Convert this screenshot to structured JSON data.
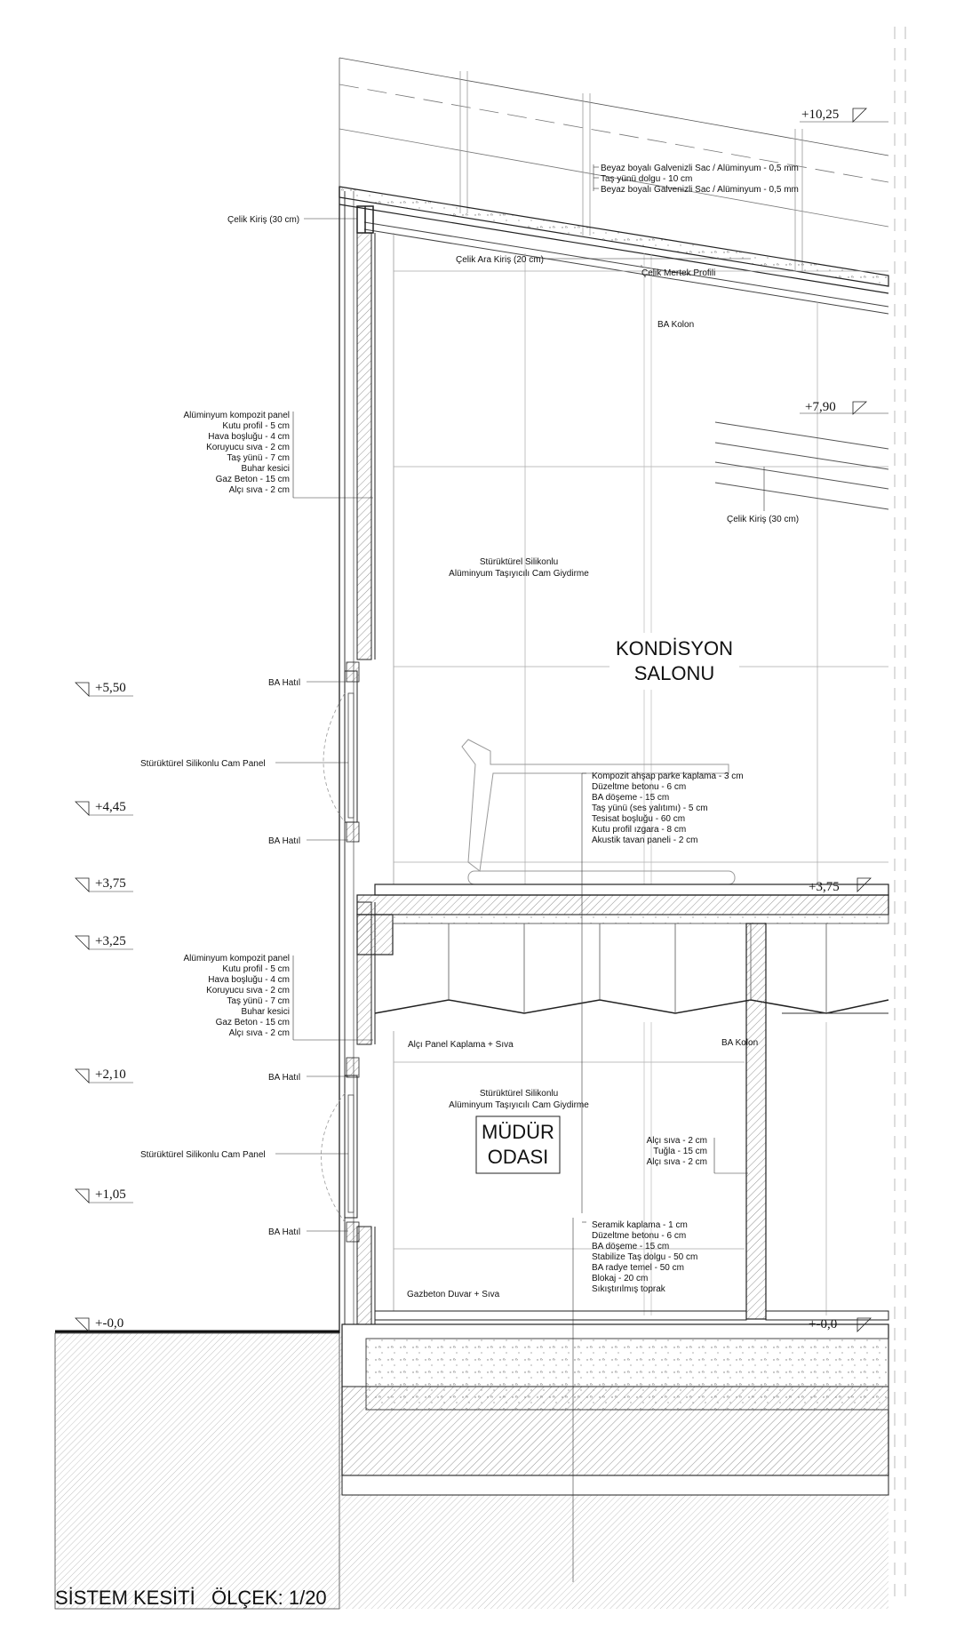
{
  "title": "SİSTEM KESİTİ   ÖLÇEK: 1/20",
  "rooms": {
    "upper": [
      "KONDİSYON",
      "SALONU"
    ],
    "lower": [
      "MÜDÜR",
      "ODASI"
    ]
  },
  "levels": {
    "l1025": "+10,25",
    "l790": "+7,90",
    "l550": "+5,50",
    "l445": "+4,45",
    "l375": "+3,75",
    "l375r": "+3,75",
    "l325": "+3,25",
    "l210": "+2,10",
    "l105": "+1,05",
    "l00": "+-0,0",
    "l00r": "+-0,0"
  },
  "roof_layers": [
    "Beyaz boyalı Galvenizli Sac / Alüminyum - 0,5 mm",
    "Taş yünü dolgu - 10 cm",
    "Beyaz boyalı Galvenizli Sac / Alüminyum - 0,5 mm"
  ],
  "labels": {
    "celik_kiris_top": "Çelik Kiriş (30 cm)",
    "celik_ara_kiris": "Çelik Ara Kiriş (20 cm)",
    "celik_mertek": "Çelik Mertek Profili",
    "ba_kolon_upper": "BA Kolon",
    "celik_kiris_right": "Çelik Kiriş (30 cm)",
    "curtain_upper_1": "Stürüktürel Silikonlu",
    "curtain_upper_2": "Alüminyum Taşıyıcılı Cam Giydirme",
    "ba_hatil_1": "BA Hatıl",
    "cam_panel_1": "Stürüktürel Silikonlu Cam Panel",
    "ba_hatil_2": "BA Hatıl",
    "ba_hatil_3": "BA Hatıl",
    "cam_panel_2": "Stürüktürel Silikonlu Cam Panel",
    "ba_hatil_4": "BA Hatıl",
    "alci_panel": "Alçı Panel Kaplama + Sıva",
    "ba_kolon_lower": "BA Kolon",
    "curtain_lower_1": "Stürüktürel Silikonlu",
    "curtain_lower_2": "Alüminyum Taşıyıcılı Cam Giydirme",
    "gazbeton": "Gazbeton Duvar + Sıva"
  },
  "wall_layers_upper": [
    "Alüminyum kompozit panel",
    "Kutu profil - 5 cm",
    "Hava boşluğu - 4 cm",
    "Koruyucu sıva - 2 cm",
    "Taş yünü - 7 cm",
    "Buhar kesici",
    "Gaz Beton - 15 cm",
    "Alçı sıva - 2 cm"
  ],
  "wall_layers_lower": [
    "Alüminyum kompozit panel",
    "Kutu profil - 5 cm",
    "Hava boşluğu - 4 cm",
    "Koruyucu sıva - 2 cm",
    "Taş yünü - 7 cm",
    "Buhar kesici",
    "Gaz Beton - 15 cm",
    "Alçı sıva - 2 cm"
  ],
  "floor_layers": [
    "Kompozit ahşap parke kaplama - 3 cm",
    "Düzeltme betonu - 6 cm",
    "BA döşeme - 15 cm",
    "Taş yünü (ses yalıtımı) - 5 cm",
    "Tesisat boşluğu - 60 cm",
    "Kutu profil ızgara - 8 cm",
    "Akustik tavan paneli - 2 cm"
  ],
  "partition_layers": [
    "Alçı sıva - 2 cm",
    "Tuğla - 15 cm",
    "Alçı sıva - 2 cm"
  ],
  "ground_layers": [
    "Seramik kaplama - 1 cm",
    "Düzeltme betonu - 6 cm",
    "BA döşeme - 15 cm",
    "Stabilize Taş dolgu - 50 cm",
    "BA radye temel - 50 cm",
    "Blokaj - 20 cm",
    "Sıkıştırılmış toprak"
  ]
}
